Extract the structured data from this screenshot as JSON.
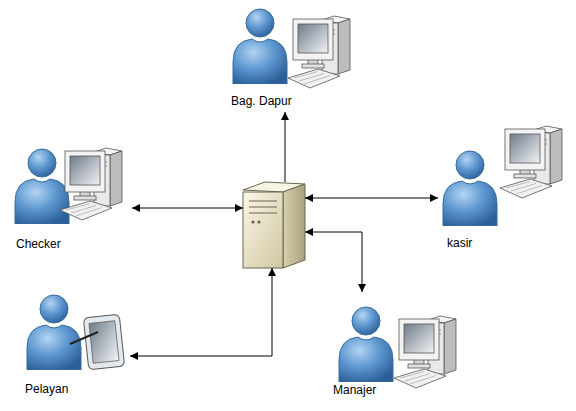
{
  "diagram": {
    "nodes": [
      {
        "text": [
          "Bag. Dapur"
        ]
      },
      {
        "text": [
          "Checker"
        ]
      },
      {
        "text": []
      },
      {
        "text": [
          "kasir"
        ]
      },
      {
        "text": [
          "Pelayan"
        ]
      },
      {
        "text": [
          "Manajer"
        ]
      }
    ],
    "edges": [
      {
        "from": 2,
        "to": 0,
        "arrow": "to"
      },
      {
        "from": 1,
        "to": 2,
        "arrow": "both"
      },
      {
        "from": 2,
        "to": 3,
        "arrow": "both"
      },
      {
        "from": 4,
        "to": 2,
        "arrow": "both"
      },
      {
        "from": 2,
        "to": 5,
        "arrow": "both"
      }
    ]
  }
}
